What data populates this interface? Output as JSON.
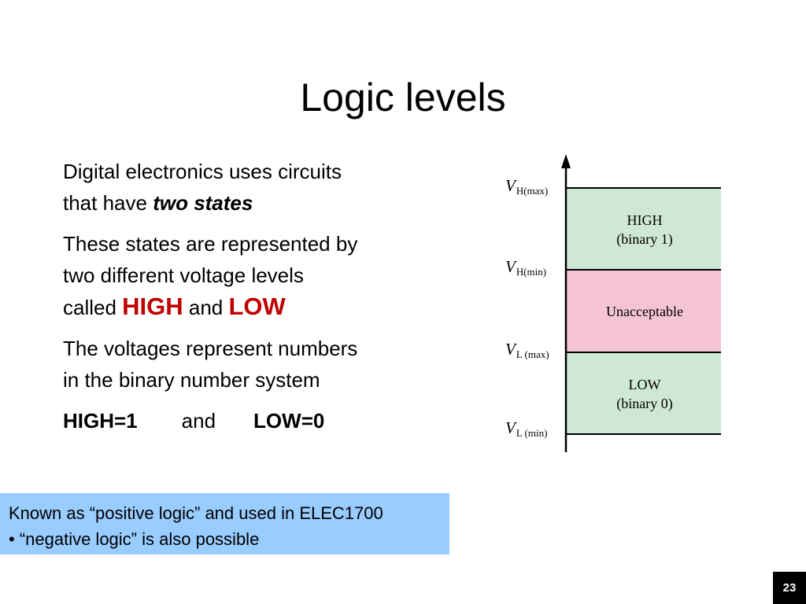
{
  "slide": {
    "title": "Logic levels",
    "page_number": "23"
  },
  "body": {
    "para1_line1": "Digital electronics uses circuits",
    "para1_line2_prefix": "that have ",
    "para1_emphasis": "two states",
    "para2_line1": "These states are represented by",
    "para2_line2": "two different voltage levels",
    "para2_line3_prefix": "called ",
    "para2_high": "HIGH",
    "para2_and": " and ",
    "para2_low": "LOW",
    "para3_line1": "The voltages represent numbers",
    "para3_line2": "in the binary number system",
    "map_high": "HIGH=1",
    "map_and": "and",
    "map_low": "LOW=0"
  },
  "figure": {
    "colors": {
      "high_band": "#cfe8d3",
      "unacceptable_band": "#f4c3d6",
      "low_band": "#cfe8d3"
    },
    "labels": [
      {
        "v": "V",
        "sub": "H(max)"
      },
      {
        "v": "V",
        "sub": "H(min)"
      },
      {
        "v": "V",
        "sub": "L (max)"
      },
      {
        "v": "V",
        "sub": "L (min)"
      }
    ],
    "bands": {
      "high_line1": "HIGH",
      "high_line2": "(binary 1)",
      "unacceptable": "Unacceptable",
      "low_line1": "LOW",
      "low_line2": "(binary 0)"
    }
  },
  "note": {
    "line1": "Known as “positive logic” and used in ELEC1700",
    "line2": "• “negative logic” is also possible",
    "background": "#99ccff"
  }
}
